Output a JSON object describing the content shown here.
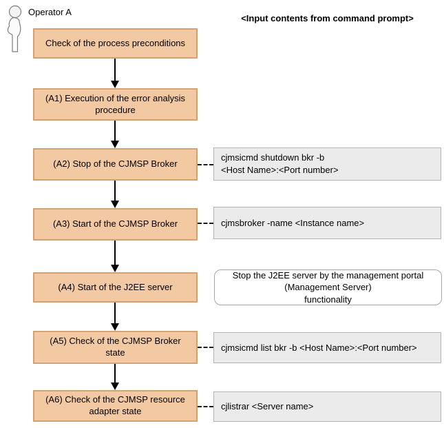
{
  "header": {
    "operator_label": "Operator A",
    "input_title": "<Input contents from command prompt>"
  },
  "colors": {
    "step_fill": "#f2c9a2",
    "step_border": "#d2a273",
    "cmd_fill": "#ebebeb",
    "cmd_border": "#b3b3b3",
    "note_border": "#a6a6a6",
    "arrow": "#000000"
  },
  "flow": {
    "steps": [
      {
        "label": "Check of the process preconditions"
      },
      {
        "label": "(A1) Execution of the error analysis procedure"
      },
      {
        "label": "(A2) Stop of the CJMSP Broker"
      },
      {
        "label": "(A3) Start of the CJMSP Broker"
      },
      {
        "label": "(A4) Start of the J2EE server"
      },
      {
        "label": "(A5) Check of the CJMSP Broker state"
      },
      {
        "label": "(A6) Check of the CJMSP resource adapter state"
      }
    ]
  },
  "annotations": {
    "a2_command": "cjmsicmd shutdown bkr -b\n<Host Name>:<Port number>",
    "a3_command": "cjmsbroker -name <Instance name>",
    "a4_note": "Stop the J2EE server by the management portal\n(Management Server)\nfunctionality",
    "a5_command": "cjmsicmd list bkr -b <Host Name>:<Port number>",
    "a6_command": "cjlistrar <Server name>"
  }
}
